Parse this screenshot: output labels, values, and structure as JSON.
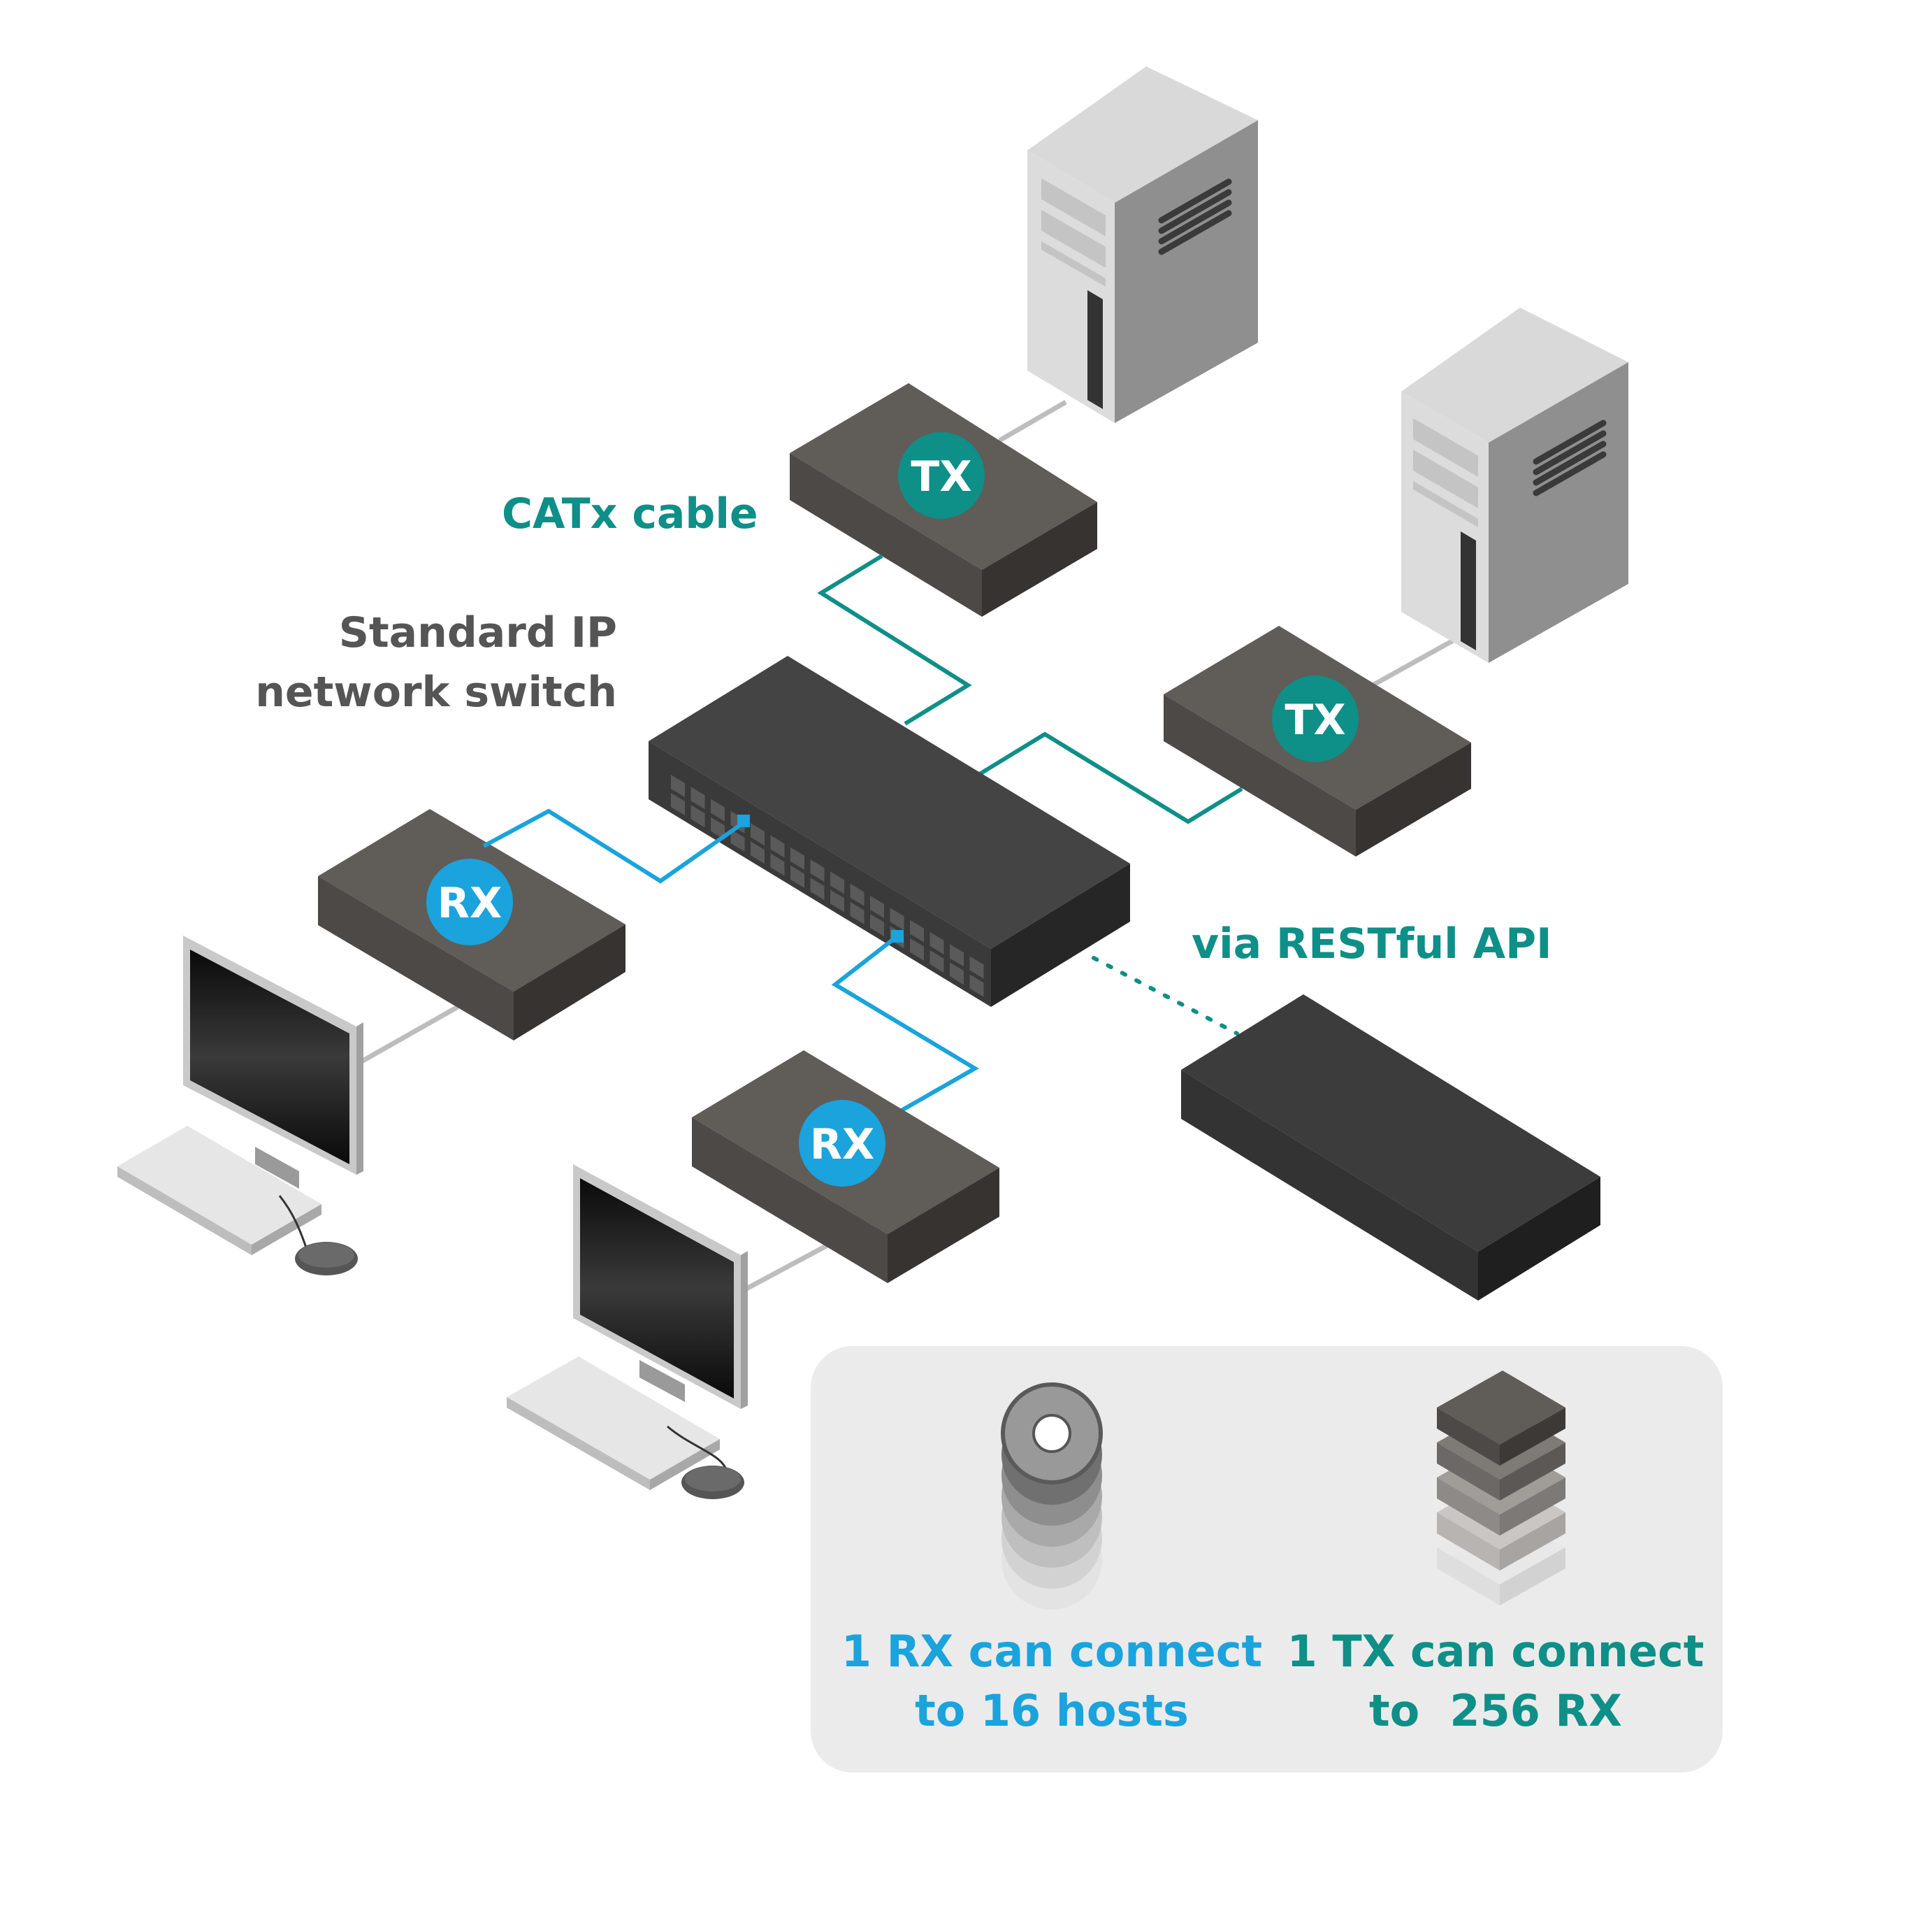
{
  "labels": {
    "catx_cable": "CATx cable",
    "switch_line1": "Standard IP",
    "switch_line2": "network switch",
    "restful": "via RESTful API"
  },
  "devices": {
    "tx_top": "TX",
    "tx_right": "TX",
    "rx_left": "RX",
    "rx_bottom": "RX"
  },
  "info_panel": {
    "rx_line1": "1 RX can connect",
    "rx_line2": "to 16 hosts",
    "tx_line1": "1 TX can connect",
    "tx_line2": "to  256 RX"
  },
  "colors": {
    "teal": "#0e8f87",
    "blue": "#1aa3dc",
    "label_grey": "#555555",
    "device_top": "#605c58",
    "device_side": "#46423f",
    "switch": "#3a3a3a",
    "panel_bg": "#ebebeb"
  }
}
